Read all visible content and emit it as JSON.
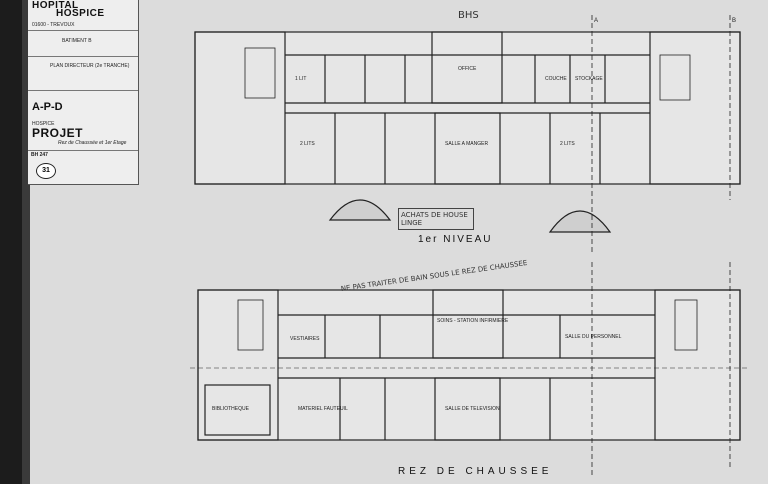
{
  "cartouche": {
    "title_line1": "HOPITAL",
    "title_line2": "HOSPICE",
    "location": "01600 - TREVOUX",
    "building": "BATIMENT B",
    "plan_type": "PLAN DIRECTEUR (2e TRANCHE)",
    "phase": "A-P-D",
    "category": "HOSPICE",
    "projet": "PROJET",
    "subtitle": "Rez de Chaussée et 1er Etage",
    "ref": "BH 247",
    "sheet_number": "31"
  },
  "plan_upper": {
    "title": "1er NIVEAU",
    "corner_mark": "BHS",
    "rooms": {
      "office": "OFFICE",
      "salle_manger": "SALLE A MANGER",
      "couche": "COUCHE",
      "stockage": "STOCKAGE",
      "chambre_2lits_a": "2 LITS",
      "chambre_2lits_b": "2 LITS",
      "chambre_1lit": "1 LIT"
    },
    "handwritten_note": "ACHATS DE HOUSE LINGE"
  },
  "plan_lower": {
    "title": "REZ DE CHAUSSEE",
    "rooms": {
      "bibliotheque": "BIBLIOTHEQUE",
      "vestiaires": "VESTIAIRES",
      "soins_station": "SOINS - STATION INFIRMIERE",
      "salle_tv": "SALLE DE TELEVISION",
      "salle_personnel": "SALLE DU PERSONNEL",
      "materiel_fauteuil": "MATERIEL FAUTEUIL"
    },
    "handwritten_note": "NE PAS TRAITER DE BAIN SOUS LE REZ DE CHAUSSEE"
  },
  "section_marks": {
    "a": "A",
    "b": "B"
  }
}
